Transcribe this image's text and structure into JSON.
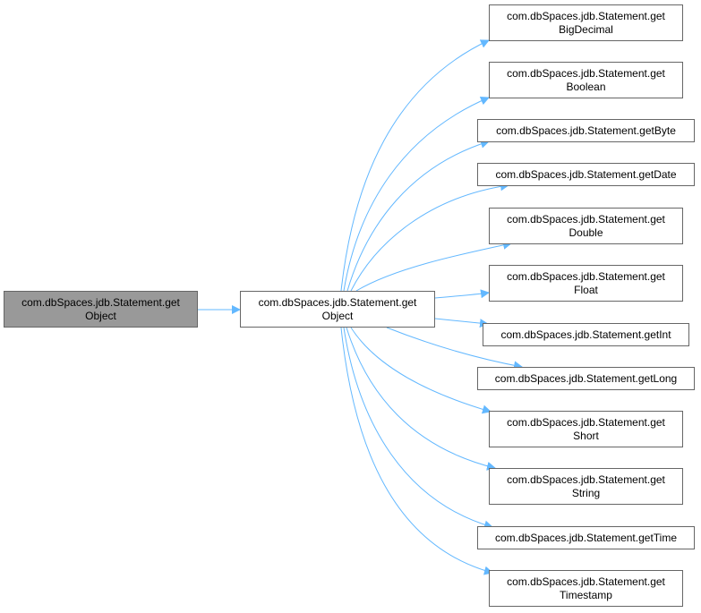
{
  "colors": {
    "edge": "#63b8ff",
    "node_border": "#666666",
    "root_fill": "#999999",
    "node_fill": "#ffffff"
  },
  "root": {
    "lines": [
      "com.dbSpaces.jdb.Statement.get",
      "Object"
    ]
  },
  "caller_target": {
    "lines": [
      "com.dbSpaces.jdb.Statement.get",
      "Object"
    ]
  },
  "callees": [
    {
      "lines": [
        "com.dbSpaces.jdb.Statement.get",
        "BigDecimal"
      ]
    },
    {
      "lines": [
        "com.dbSpaces.jdb.Statement.get",
        "Boolean"
      ]
    },
    {
      "lines": [
        "com.dbSpaces.jdb.Statement.getByte"
      ]
    },
    {
      "lines": [
        "com.dbSpaces.jdb.Statement.getDate"
      ]
    },
    {
      "lines": [
        "com.dbSpaces.jdb.Statement.get",
        "Double"
      ]
    },
    {
      "lines": [
        "com.dbSpaces.jdb.Statement.get",
        "Float"
      ]
    },
    {
      "lines": [
        "com.dbSpaces.jdb.Statement.getInt"
      ]
    },
    {
      "lines": [
        "com.dbSpaces.jdb.Statement.getLong"
      ]
    },
    {
      "lines": [
        "com.dbSpaces.jdb.Statement.get",
        "Short"
      ]
    },
    {
      "lines": [
        "com.dbSpaces.jdb.Statement.get",
        "String"
      ]
    },
    {
      "lines": [
        "com.dbSpaces.jdb.Statement.getTime"
      ]
    },
    {
      "lines": [
        "com.dbSpaces.jdb.Statement.get",
        "Timestamp"
      ]
    }
  ]
}
